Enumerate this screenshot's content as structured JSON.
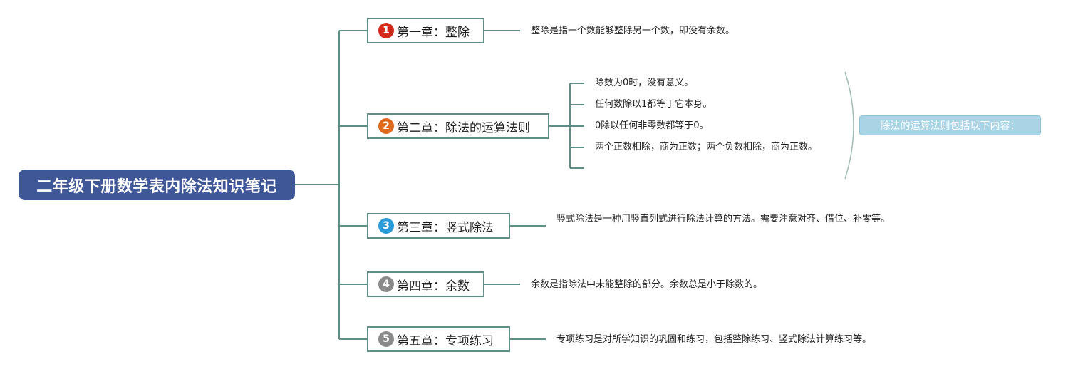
{
  "root": {
    "title": "二年级下册数学表内除法知识笔记",
    "color": "#3f5697"
  },
  "chapters": [
    {
      "number": "1",
      "title": "第一章：整除",
      "badge_color": "#d42a1b",
      "note": "整除是指一个数能够整除另一个数，即没有余数。"
    },
    {
      "number": "2",
      "title": "第二章：除法的运算法则",
      "badge_color": "#e06a1c",
      "rules": [
        "除数为0时，没有意义。",
        "任何数除以1都等于它本身。",
        "0除以任何非零数都等于0。",
        "两个正数相除，商为正数；两个负数相除，商为正数。",
        ""
      ],
      "summary": "除法的运算法则包括以下内容："
    },
    {
      "number": "3",
      "title": "第三章：竖式除法",
      "badge_color": "#2b9ad8",
      "note": "竖式除法是一种用竖直列式进行除法计算的方法。需要注意对齐、借位、补零等。"
    },
    {
      "number": "4",
      "title": "第四章：余数",
      "badge_color": "#8a8a8a",
      "note": "余数是指除法中未能整除的部分。余数总是小于除数的。"
    },
    {
      "number": "5",
      "title": "第五章：专项练习",
      "badge_color": "#8a8a8a",
      "note": "专项练习是对所学知识的巩固和练习，包括整除练习、竖式除法计算练习等。"
    }
  ],
  "colors": {
    "connector": "#5e8f87",
    "summary_bg": "#a9d4e6",
    "summary_brace": "#9fbcb6"
  }
}
